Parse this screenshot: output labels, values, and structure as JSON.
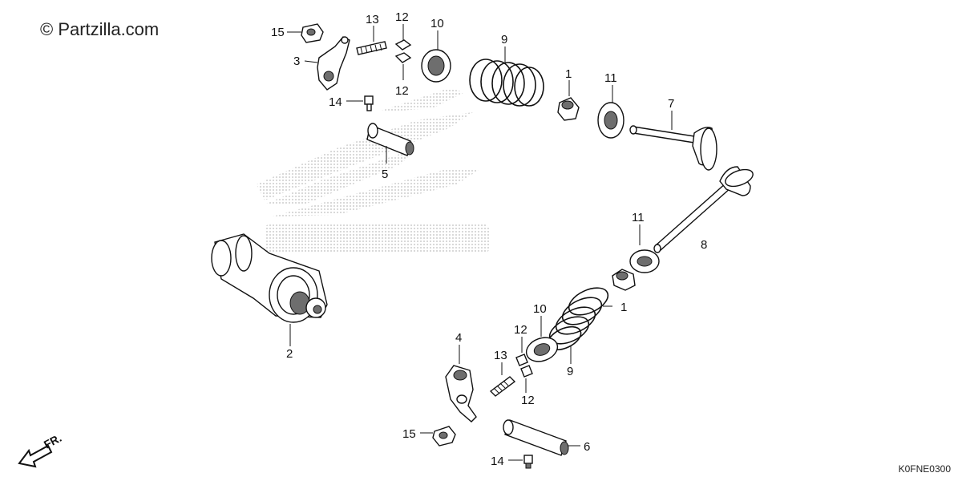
{
  "watermark": "© Partzilla.com",
  "diagram_code": "K0FNE0300",
  "front_label": "FR.",
  "callouts": {
    "n1a": "1",
    "n1b": "1",
    "n2": "2",
    "n3": "3",
    "n4": "4",
    "n5": "5",
    "n6": "6",
    "n7": "7",
    "n8": "8",
    "n9a": "9",
    "n9b": "9",
    "n10a": "10",
    "n10b": "10",
    "n11a": "11",
    "n11b": "11",
    "n12a": "12",
    "n12b": "12",
    "n12c": "12",
    "n12d": "12",
    "n13a": "13",
    "n13b": "13",
    "n14a": "14",
    "n14b": "14",
    "n15a": "15",
    "n15b": "15"
  },
  "colors": {
    "line": "#111111",
    "shadow": "#6e6e6e",
    "logo_dots": "#bfbfbf"
  },
  "icons": [
    "arrow-front-icon",
    "honda-wing-logo"
  ]
}
